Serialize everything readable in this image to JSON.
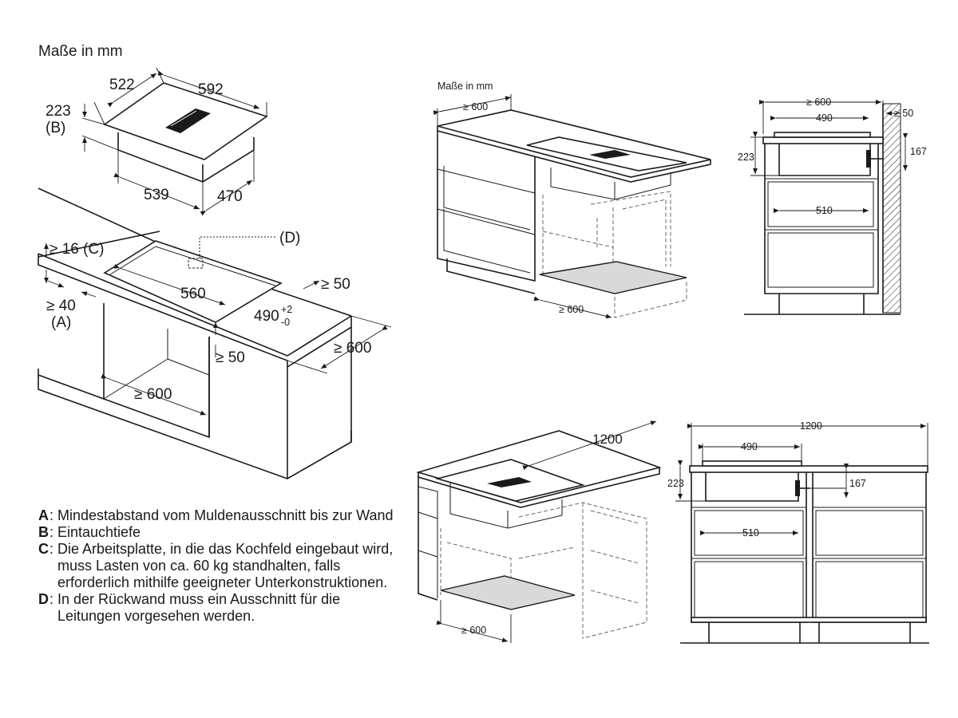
{
  "units_title_left": "Maße in mm",
  "units_title_right": "Maße in mm",
  "hob": {
    "depth": "522",
    "width": "592",
    "immersion": "223",
    "immersion_label": "(B)",
    "body_width": "539",
    "body_depth": "470"
  },
  "cutout": {
    "worktop": "≥ 16 (C)",
    "wall_gap": "≥ 40",
    "wall_gap_label": "(A)",
    "width": "560",
    "depth": "490",
    "tol_up": "+2",
    "tol_down": "-0",
    "rear_notch": "(D)",
    "rear_gap": "≥ 50",
    "side_gap": "≥ 50",
    "cabinet_depth": "≥ 600",
    "cabinet_width": "≥ 600"
  },
  "view_tr": {
    "top": "≥ 600",
    "bottom": "≥ 600"
  },
  "view_side1": {
    "width": "≥ 600",
    "wall": "≥ 50",
    "hob": "490",
    "h": "223",
    "d": "167",
    "inner": "510"
  },
  "view_br": {
    "length": "1200",
    "bottom": "≥ 600"
  },
  "view_side2": {
    "length": "1200",
    "hob": "490",
    "h": "223",
    "d": "167",
    "inner": "510"
  },
  "legend": [
    {
      "key": "A",
      "text": "Mindestabstand vom Muldenausschnitt bis zur Wand"
    },
    {
      "key": "B",
      "text": "Eintauchtiefe"
    },
    {
      "key": "C",
      "text": "Die Arbeitsplatte, in die das Kochfeld eingebaut wird, muss Lasten von ca. 60 kg standhalten, falls erforderlich mithilfe geeigneter Unterkonstruktionen."
    },
    {
      "key": "D",
      "text": "In der Rückwand muss ein Ausschnitt für die Leitungen vorgesehen werden."
    }
  ]
}
